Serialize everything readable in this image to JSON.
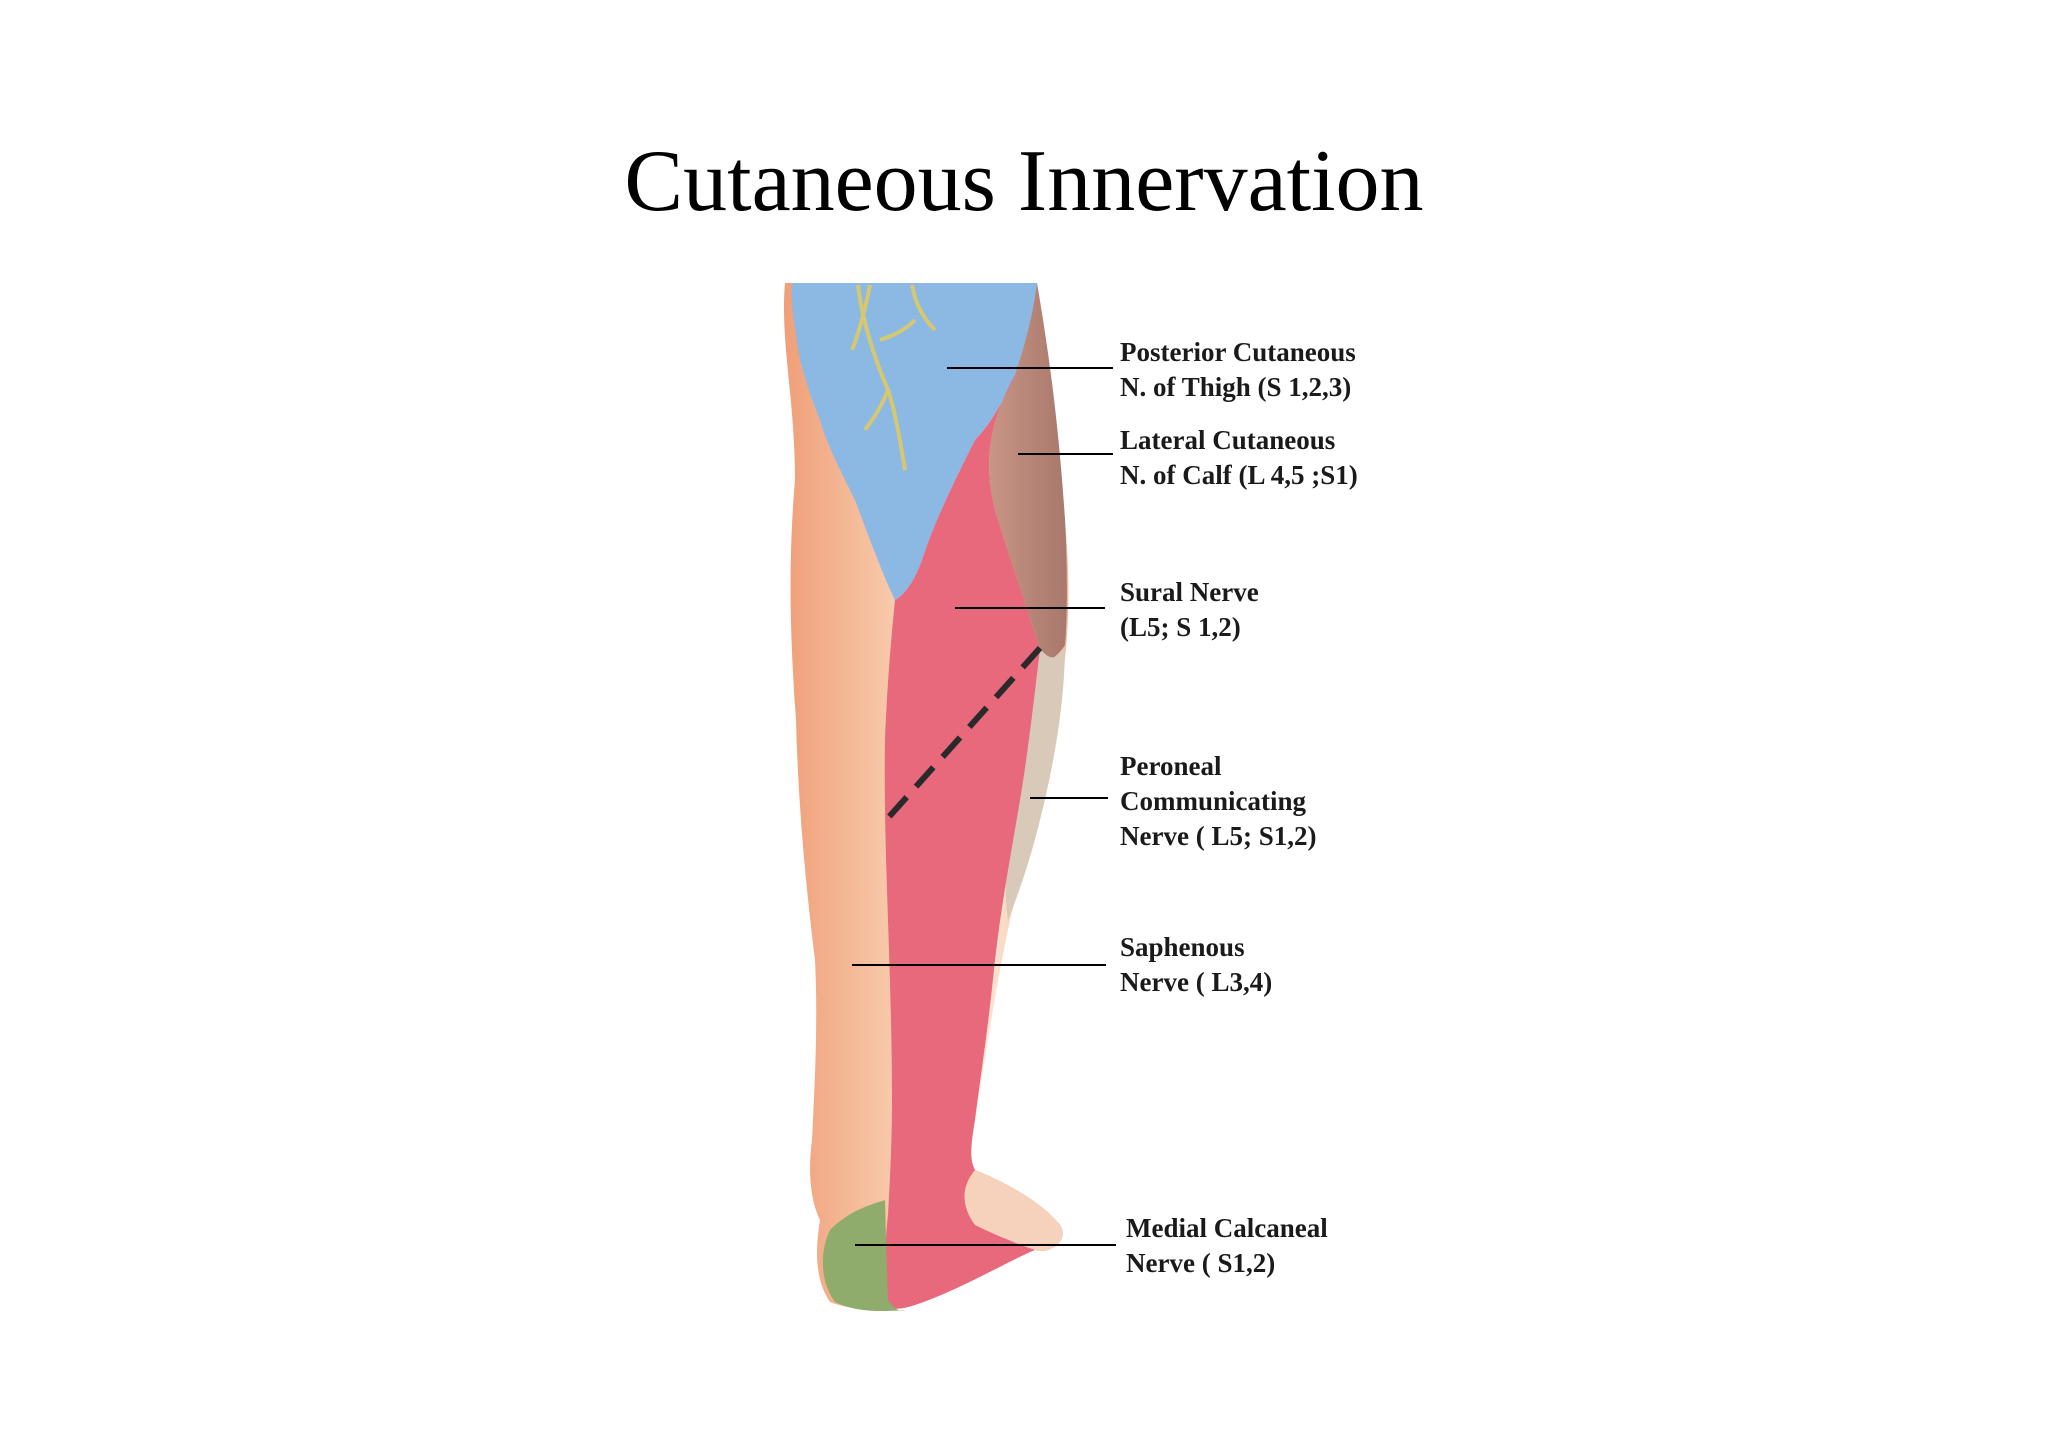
{
  "title": "Cutaneous Innervation",
  "colors": {
    "posterior_cutaneous_thigh": "#8cb8e4",
    "lateral_cutaneous_calf": "#b98c80",
    "sural": "#e8687c",
    "peroneal_communicating": "#d9c9b8",
    "saphenous": "#f4c7a8",
    "medial_calcaneal": "#8fac6c",
    "skin": "#f3b896"
  },
  "labels": [
    {
      "id": "posterior-cutaneous",
      "lines": [
        "Posterior Cutaneous",
        "N. of Thigh (S 1,2,3)"
      ]
    },
    {
      "id": "lateral-cutaneous",
      "lines": [
        "Lateral Cutaneous",
        "N. of Calf (L 4,5 ;S1)"
      ]
    },
    {
      "id": "sural",
      "lines": [
        "Sural Nerve",
        "(L5; S 1,2)"
      ]
    },
    {
      "id": "peroneal",
      "lines": [
        "Peroneal",
        "Communicating",
        "Nerve ( L5; S1,2)"
      ]
    },
    {
      "id": "saphenous",
      "lines": [
        "Saphenous",
        "Nerve ( L3,4)"
      ]
    },
    {
      "id": "medial-calcaneal",
      "lines": [
        "Medial Calcaneal",
        "Nerve ( S1,2)"
      ]
    }
  ]
}
